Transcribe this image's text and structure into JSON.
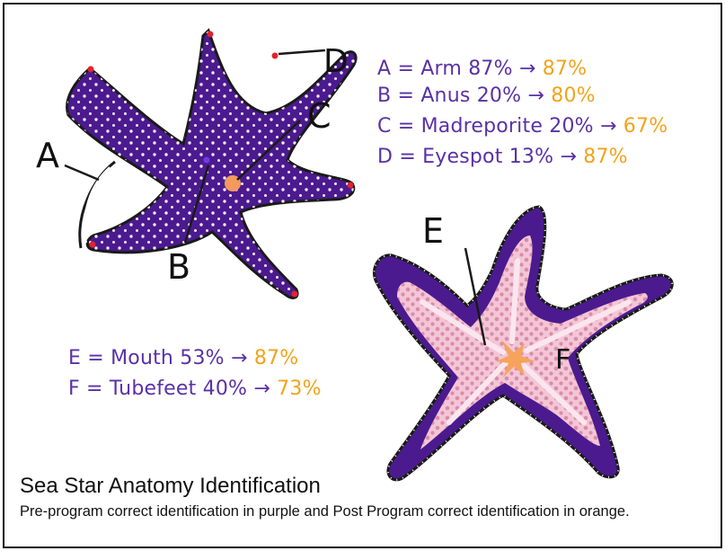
{
  "title": "Sea Star Anatomy Identification",
  "subtitle": "Pre-program correct identification in purple and Post Program correct identification in orange.",
  "colors": {
    "pre": "#5a31a6",
    "post": "#f2a31b",
    "star": "#4b1a8f",
    "underside": "#f3c6d6"
  },
  "labels": {
    "A": "A",
    "B": "B",
    "C": "C",
    "D": "D",
    "E": "E",
    "F": "F"
  },
  "legend_top": [
    {
      "letter": "A",
      "pre_text": "A = Arm 87%",
      "arrow": "→",
      "post_text": "87%"
    },
    {
      "letter": "B",
      "pre_text": "B = Anus 20%",
      "arrow": "→",
      "post_text": "80%"
    },
    {
      "letter": "C",
      "pre_text": "C = Madreporite 20%",
      "arrow": "→",
      "post_text": "67%"
    },
    {
      "letter": "D",
      "pre_text": "D = Eyespot 13%",
      "arrow": "→",
      "post_text": "87%"
    }
  ],
  "legend_bottom": [
    {
      "letter": "E",
      "pre_text": "E = Mouth 53%",
      "arrow": "→",
      "post_text": "87%"
    },
    {
      "letter": "F",
      "pre_text": "F = Tubefeet 40%",
      "arrow": "→",
      "post_text": "73%"
    }
  ]
}
